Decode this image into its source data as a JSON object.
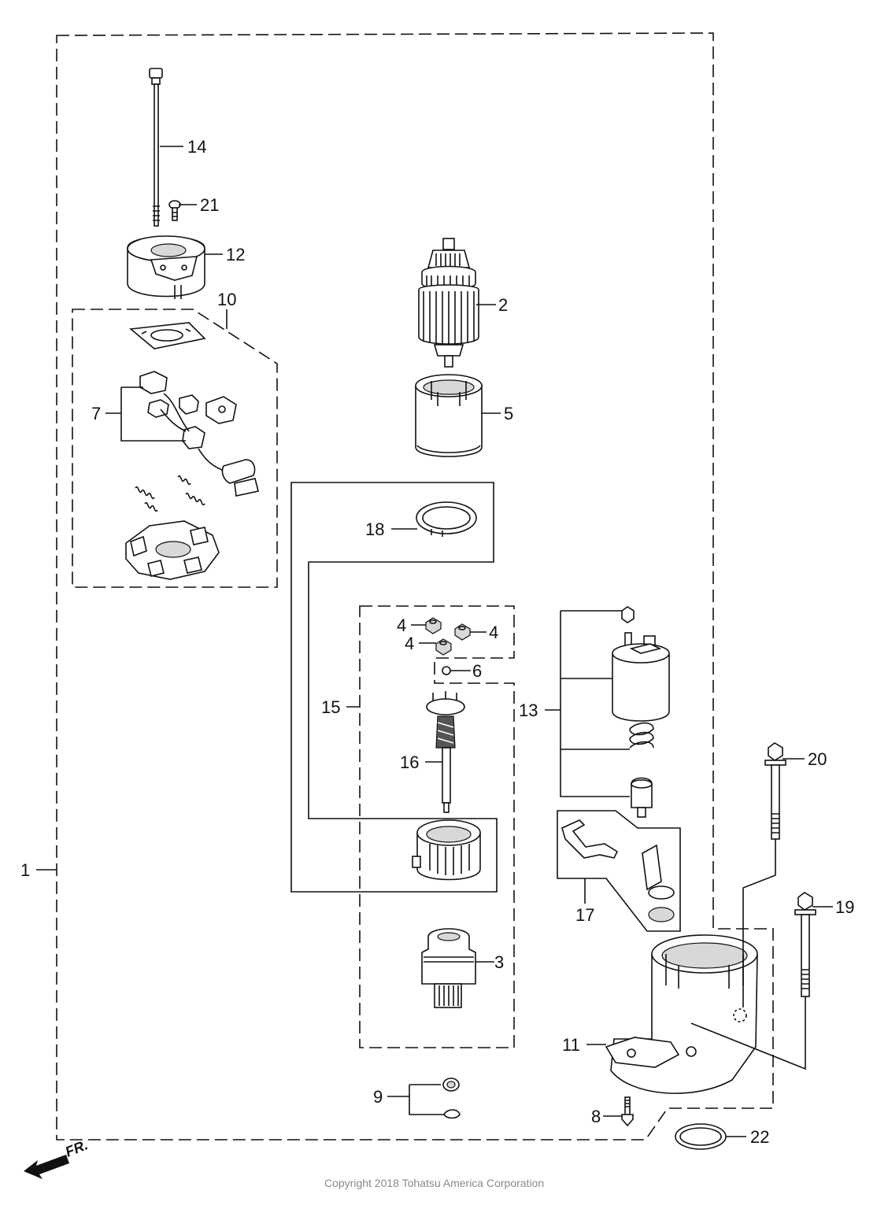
{
  "callouts": {
    "c1": "1",
    "c2": "2",
    "c3": "3",
    "c4a": "4",
    "c4b": "4",
    "c4c": "4",
    "c5": "5",
    "c6": "6",
    "c7": "7",
    "c8": "8",
    "c9": "9",
    "c10": "10",
    "c11": "11",
    "c12": "12",
    "c13": "13",
    "c14": "14",
    "c15": "15",
    "c16": "16",
    "c17": "17",
    "c18": "18",
    "c19": "19",
    "c20": "20",
    "c21": "21",
    "c22": "22"
  },
  "direction_label": "FR.",
  "copyright": "Copyright 2018 Tohatsu America Corporation"
}
